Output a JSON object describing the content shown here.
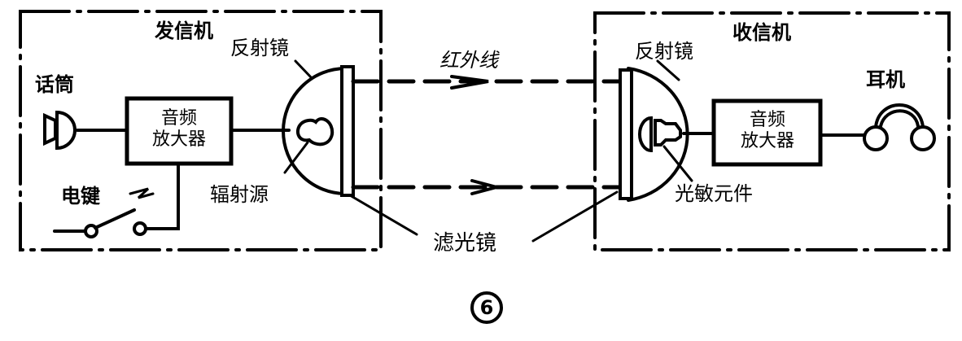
{
  "diagram": {
    "type": "block-diagram",
    "subject": "Infrared communication system",
    "figure_number": "6",
    "transmitter": {
      "title": "发信机",
      "components": {
        "microphone": "话筒",
        "amplifier_line1": "音频",
        "amplifier_line2": "放大器",
        "telegraph_key": "电键",
        "reflector": "反射镜",
        "radiation_source": "辐射源"
      }
    },
    "beam": {
      "label": "红外线"
    },
    "receiver": {
      "title": "收信机",
      "components": {
        "reflector": "反射镜",
        "photosensitive_element": "光敏元件",
        "amplifier_line1": "音频",
        "amplifier_line2": "放大器",
        "earphones": "耳机"
      }
    },
    "filter_label": "滤光镜",
    "colors": {
      "ink": "#000000",
      "background": "#ffffff"
    }
  }
}
